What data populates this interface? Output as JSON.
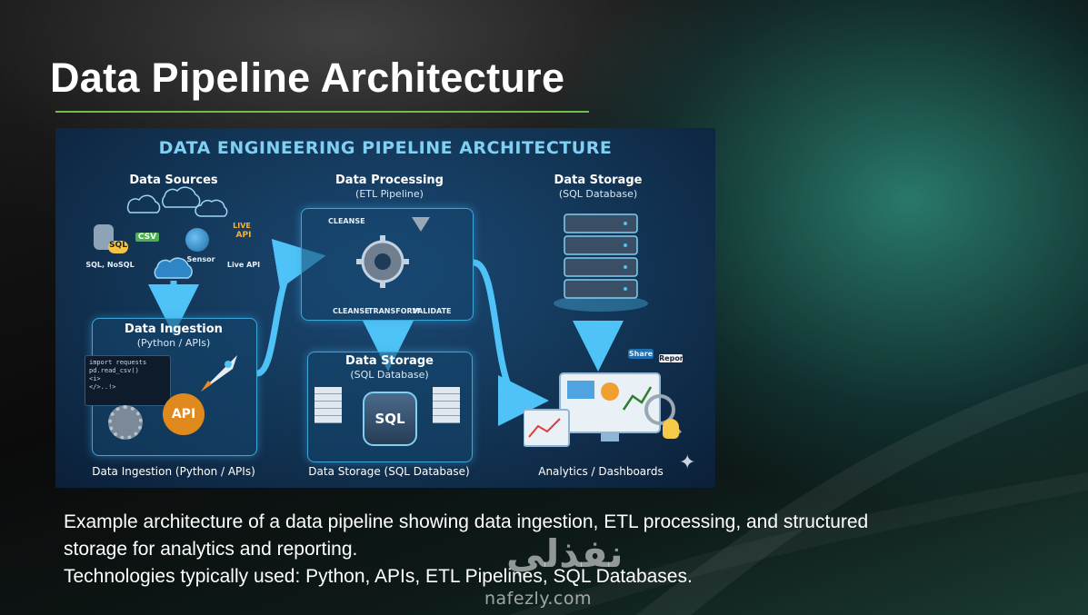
{
  "slide": {
    "title": "Data Pipeline Architecture"
  },
  "infographic": {
    "title": "DATA ENGINEERING PIPELINE ARCHITECTURE",
    "sources": {
      "heading": "Data Sources",
      "csv": "CSV",
      "sql": "SQL",
      "api": "API",
      "live": "LIVE",
      "sensor": "Sensor",
      "sql_nosql": "SQL, NoSQL",
      "live_api": "Live API"
    },
    "processing": {
      "heading": "Data Processing",
      "subheading": "(ETL Pipeline)",
      "cleanse_top": "CLEANSE",
      "cleanse": "CLEANSE",
      "transform": "TRANSFORM",
      "validate": "VALIDATE"
    },
    "storage_top": {
      "heading": "Data Storage",
      "subheading": "(SQL Database)"
    },
    "ingestion": {
      "heading": "Data Ingestion",
      "subheading": "(Python / APIs)",
      "code_line1": "import requests",
      "code_line2": "pd.read_csv()",
      "code_line3": "<i>",
      "code_line4": "</>..!>",
      "api": "API",
      "footer": "Data Ingestion (Python / APIs)"
    },
    "storage_mid": {
      "heading": "Data Storage",
      "subheading": "(SQL Database)",
      "sql": "SQL",
      "footer": "Data Storage (SQL Database)"
    },
    "analytics": {
      "share": "Share",
      "report": "Report",
      "footer": "Analytics / Dashboards"
    }
  },
  "caption": {
    "line1": "Example architecture of a data pipeline showing data ingestion, ETL processing, and structured",
    "line2": "storage for analytics and reporting.",
    "line3": "Technologies typically used: Python, APIs, ETL Pipelines, SQL Databases."
  },
  "watermark": {
    "arabic": "نفذلي",
    "latin": "nafezly.com"
  },
  "colors": {
    "accent_rule": "#6fbf4a",
    "infographic_title": "#7fd0f3",
    "arrow": "#4fc3f7"
  }
}
